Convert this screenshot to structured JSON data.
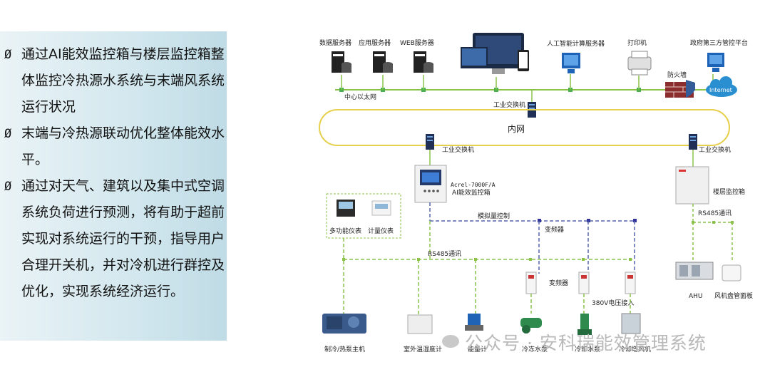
{
  "bullets": [
    {
      "symbol": "Ø",
      "text": "通过AI能效监控箱与楼层监控箱整体监控冷热源水系统与末端风系统运行状况"
    },
    {
      "symbol": "Ø",
      "text": "末端与冷热源联动优化整体能效水平。"
    },
    {
      "symbol": "Ø",
      "text": "通过对天气、建筑以及集中式空调系统负荷进行预测，将有助于超前实现对系统运行的干预，指导用户合理开关机，并对冷机进行群控及优化，实现系统经济运行。"
    }
  ],
  "diagram": {
    "top_nodes": {
      "data_server": "数据服务器",
      "app_server": "应用服务器",
      "web_server": "WEB服务器",
      "ai_server": "人工智能计算服务器",
      "printer": "打印机",
      "gov_platform": "政府第三方管控平台",
      "firewall": "防火墙",
      "internet": "Internet"
    },
    "center_ethernet": "中心以太网",
    "switch_top": "工业交换机",
    "intranet": "内网",
    "switch_left": "工业交换机",
    "switch_right": "工业交换机",
    "ai_box_model": "Acrel-7000F/A",
    "ai_box_name": "AI能效监控箱",
    "floor_box": "楼层监控箱",
    "multi_meter": "多功能仪表",
    "metering_meter": "计量仪表",
    "analog_control": "模拟量控制",
    "inverter_top": "变频器",
    "inverter_mid": "变频器",
    "rs485_left": "RS485通讯",
    "rs485_right": "RS485通讯",
    "voltage_in": "380V电压接入",
    "ahu": "AHU",
    "fan_coil_panel": "风机盘管面板",
    "bottom": {
      "chiller": "制冷/热泵主机",
      "outdoor_sensor": "室外温湿度计",
      "energy_meter": "能量计",
      "chilled_pump": "冷冻水泵",
      "cooling_pump": "冷却水泵",
      "cooling_tower": "冷却塔风机"
    }
  },
  "watermark": "公众号 · 安科瑞能效管理系统"
}
